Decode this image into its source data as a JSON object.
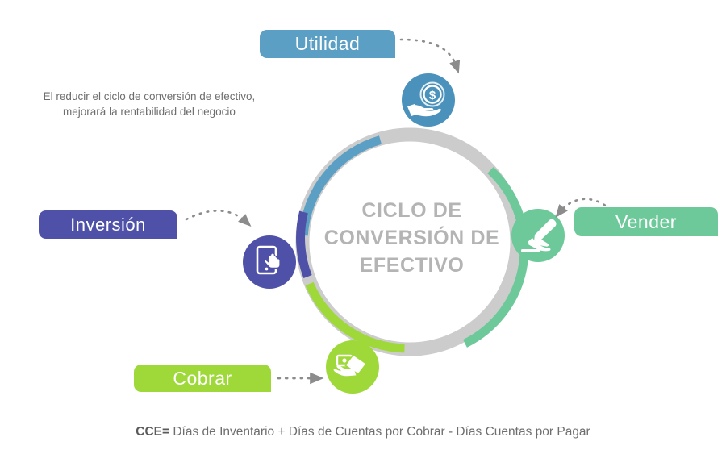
{
  "diagram": {
    "center_title_lines": [
      "CICLO DE",
      "CONVERSIÓN DE",
      "EFECTIVO"
    ],
    "center_title_color": "#b4b4b4",
    "note_text": "El reducir el ciclo de conversión de efectivo, mejorará la rentabilidad del negocio",
    "note_color": "#6e6e6e",
    "ring_base_color": "#cccccc",
    "background": "#ffffff",
    "arrow_color": "#8c8c8c",
    "formula": {
      "bold_prefix": "CCE=",
      "rest": " Días de Inventario + Días de Cuentas por Cobrar - Días Cuentas por Pagar"
    },
    "nodes": [
      {
        "key": "utilidad",
        "label": "Utilidad",
        "color": "#5B9FC4",
        "icon": "hand-holding-coin-icon",
        "position": "top"
      },
      {
        "key": "inversion",
        "label": "Inversión",
        "color": "#4F51A8",
        "icon": "tablet-touch-icon",
        "position": "left"
      },
      {
        "key": "vender",
        "label": "Vender",
        "color": "#6DC999",
        "icon": "hand-writing-pen-icon",
        "position": "right"
      },
      {
        "key": "cobrar",
        "label": "Cobrar",
        "color": "#9ED939",
        "icon": "hand-receiving-cash-icon",
        "position": "bottom"
      }
    ]
  }
}
